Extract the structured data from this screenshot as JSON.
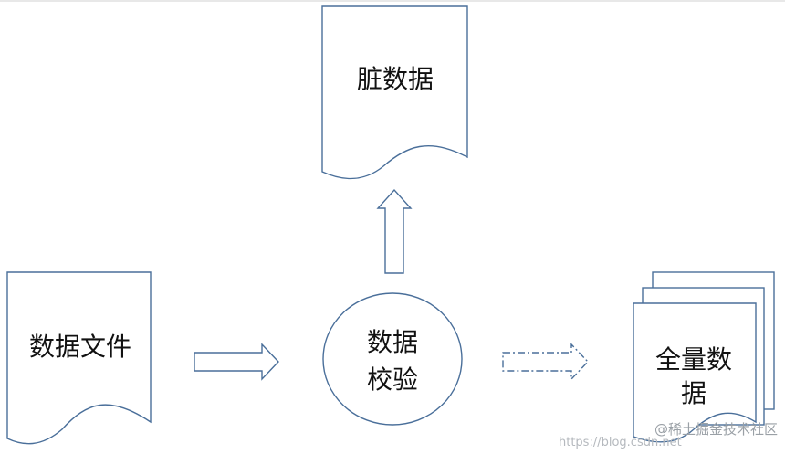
{
  "diagram": {
    "nodes": {
      "data_file": {
        "label": "数据文件"
      },
      "validation": {
        "label_line1": "数据",
        "label_line2": "校验"
      },
      "dirty_data": {
        "label": "脏数据"
      },
      "full_data": {
        "label_line1": "全量数",
        "label_line2": "据"
      }
    },
    "colors": {
      "stroke": "#4a6f9a",
      "text": "#111111"
    }
  },
  "watermark": {
    "text": "@稀土掘金技术社区",
    "url_fragment": "https://blog.csdn.net"
  }
}
